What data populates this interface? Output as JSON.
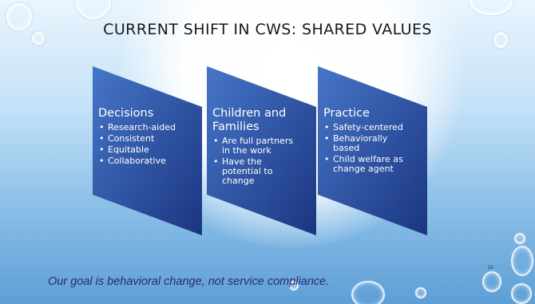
{
  "slide": {
    "title": "CURRENT SHIFT IN CWS: SHARED VALUES",
    "footer": "Our goal is behavioral change, not service compliance.",
    "page_number": "10"
  },
  "chevrons": [
    {
      "title": "Decisions",
      "items": [
        "Research-aided",
        "Consistent",
        "Equitable",
        "Collaborative"
      ]
    },
    {
      "title": "Children and Families",
      "items": [
        "Are full partners in the work",
        "Have the potential to change"
      ]
    },
    {
      "title": "Practice",
      "items": [
        "Safety-centered",
        "Behaviorally based",
        "Child welfare as change agent"
      ]
    }
  ],
  "colors": {
    "chevron_light": "#3d6fc2",
    "chevron_dark": "#1e3a84",
    "footer_text": "#2a2a6a"
  }
}
